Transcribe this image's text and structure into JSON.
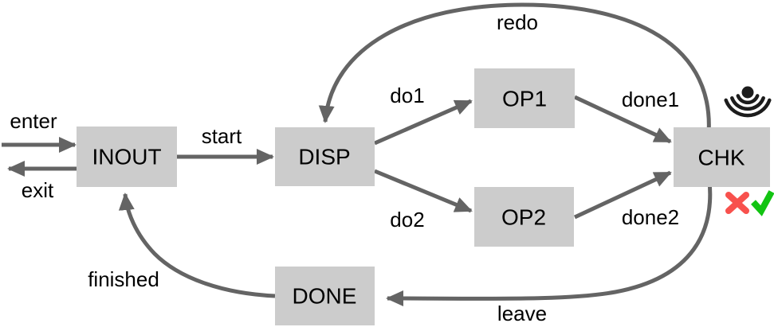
{
  "diagram": {
    "type": "state-machine-flow",
    "nodes": [
      {
        "id": "inout",
        "label": "INOUT"
      },
      {
        "id": "disp",
        "label": "DISP"
      },
      {
        "id": "op1",
        "label": "OP1"
      },
      {
        "id": "op2",
        "label": "OP2"
      },
      {
        "id": "chk",
        "label": "CHK"
      },
      {
        "id": "done",
        "label": "DONE"
      }
    ],
    "edges": [
      {
        "id": "enter",
        "label": "enter",
        "from": "outside",
        "to": "inout"
      },
      {
        "id": "exit",
        "label": "exit",
        "from": "inout",
        "to": "outside"
      },
      {
        "id": "start",
        "label": "start",
        "from": "inout",
        "to": "disp"
      },
      {
        "id": "do1",
        "label": "do1",
        "from": "disp",
        "to": "op1"
      },
      {
        "id": "do2",
        "label": "do2",
        "from": "disp",
        "to": "op2"
      },
      {
        "id": "done1",
        "label": "done1",
        "from": "op1",
        "to": "chk"
      },
      {
        "id": "done2",
        "label": "done2",
        "from": "op2",
        "to": "chk"
      },
      {
        "id": "redo",
        "label": "redo",
        "from": "chk",
        "to": "disp"
      },
      {
        "id": "leave",
        "label": "leave",
        "from": "chk",
        "to": "done"
      },
      {
        "id": "finished",
        "label": "finished",
        "from": "done",
        "to": "inout"
      }
    ],
    "icons": [
      {
        "name": "signal-icon",
        "attached_to": "chk",
        "position": "top-right"
      },
      {
        "name": "cross-icon",
        "attached_to": "chk",
        "position": "bottom-left-of-box"
      },
      {
        "name": "check-icon",
        "attached_to": "chk",
        "position": "bottom-right-of-box"
      }
    ],
    "colors": {
      "background": "#ffffff",
      "node_fill": "#cccccc",
      "edge": "#646464",
      "text": "#000000",
      "signal_icon": "#1c1c1c",
      "cross": "#f8514d",
      "check": "#12c412"
    }
  }
}
